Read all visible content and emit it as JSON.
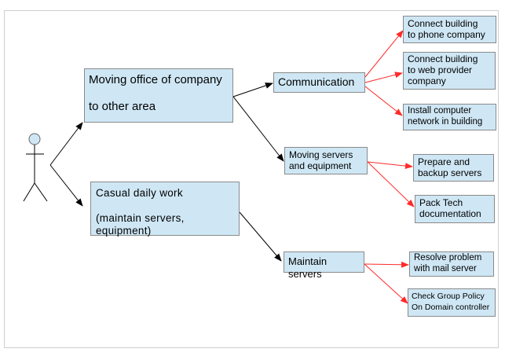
{
  "diagram": {
    "nodes": {
      "moving_office": {
        "line1": "Moving office of company",
        "line2": "to other area"
      },
      "casual_work": {
        "line1": "Casual daily work",
        "line2": "(maintain servers, equipment)"
      },
      "communication": "Communication",
      "moving_servers": "Moving servers\nand equipment",
      "maintain_servers": "Maintain servers",
      "connect_phone": "Connect building\nto phone company",
      "connect_web": "Connect building\nto web provider\n company",
      "install_network": "Install computer\nnetwork in building",
      "prepare_backup": "Prepare and\nbackup servers",
      "pack_docs": "Pack Tech\ndocumentation",
      "resolve_mail": "Resolve problem\nwith mail server",
      "check_gpo": "Check Group Policy\nOn Domain controller"
    },
    "colors": {
      "box_fill": "#cfe7f5",
      "box_border": "#8a8a8a",
      "primary_arrow": "#000000",
      "secondary_arrow": "#ff2a2a",
      "actor_head_fill": "#cfe7f5"
    }
  }
}
